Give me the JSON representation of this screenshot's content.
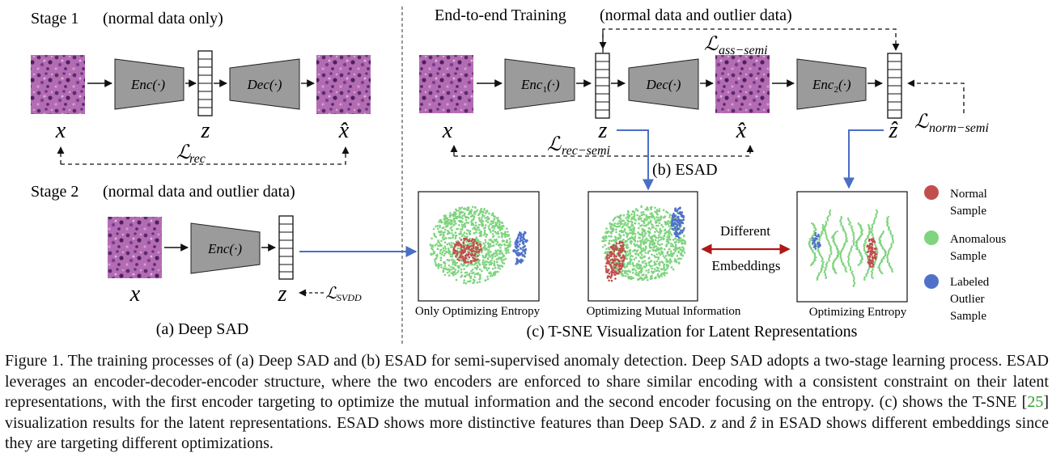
{
  "stage1": {
    "title": "Stage 1",
    "subtitle": "(normal data only)"
  },
  "stage2": {
    "title": "Stage 2",
    "subtitle": "(normal data and outlier data)"
  },
  "e2e": {
    "title": "End-to-end Training",
    "subtitle": "(normal data and outlier data)"
  },
  "blocks": {
    "enc": "Enc(·)",
    "dec": "Dec(·)",
    "enc1": "Enc",
    "enc2": "Enc",
    "enc1_sub": "1",
    "enc2_sub": "2",
    "arg": "(·)"
  },
  "symbols": {
    "x": "x",
    "z": "z",
    "xhat": "x̂",
    "zhat": "ẑ"
  },
  "losses": {
    "rec": "rec",
    "rec_semi": "rec−semi",
    "ass_semi": "ass−semi",
    "norm_semi": "norm−semi",
    "svdd": "SVDD",
    "L": "ℒ"
  },
  "labels": {
    "deep_sad": "(a) Deep SAD",
    "esad": "(b) ESAD",
    "tsne": "(c) T-SNE Visualization for Latent Representations",
    "different": "Different",
    "embeddings": "Embeddings",
    "plot1": "Only Optimizing Entropy",
    "plot2": "Optimizing Mutual Information",
    "plot3": "Optimizing Entropy"
  },
  "legend": [
    {
      "label1": "Normal",
      "label2": "Sample",
      "label3": "",
      "color": "#c0504d"
    },
    {
      "label1": "Anomalous",
      "label2": "Sample",
      "label3": "",
      "color": "#7fd47f"
    },
    {
      "label1": "Labeled",
      "label2": "Outlier",
      "label3": "Sample",
      "color": "#4f72c8"
    }
  ],
  "colors": {
    "normal": "#c0504d",
    "anomalous": "#7fd47f",
    "outlier": "#4f72c8",
    "arrow": "#4a6fc4",
    "diff_arrow": "#b01818",
    "block": "#9b9b9b"
  },
  "caption": {
    "p1": "Figure 1. The training processes of (a) Deep SAD and (b) ESAD for semi-supervised anomaly detection. Deep SAD adopts a two-stage learning process. ESAD leverages an encoder-decoder-encoder structure, where the two encoders are enforced to share similar encoding with a consistent constraint on their latent representations, with the first encoder targeting to optimize the mutual information and the second encoder focusing on the entropy. (c) shows the T-SNE [",
    "ref": "25",
    "p2": "] visualization results for the latent representations. ESAD shows more distinctive features than Deep SAD. ",
    "z": "z",
    "and": " and ",
    "zhat": "ẑ",
    "p3": " in ESAD shows different embeddings since they are targeting different optimizations."
  }
}
